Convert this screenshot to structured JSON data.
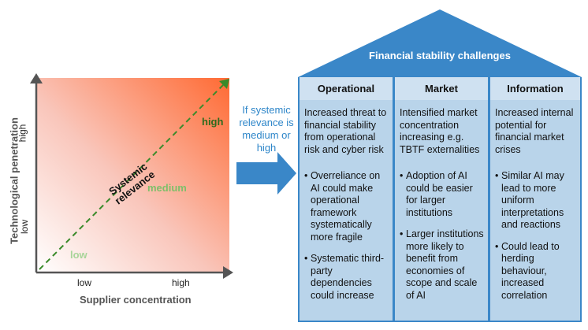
{
  "left_panel": {
    "y_axis_label": "Technological penetration",
    "y_ticks": [
      "high",
      "low"
    ],
    "x_axis_label": "Supplier concentration",
    "x_ticks": [
      "low",
      "high"
    ],
    "diagonal_label": "Systemic relevance",
    "levels": {
      "high": "high",
      "medium": "medium",
      "low": "low"
    }
  },
  "condition": "If systemic relevance is medium or high",
  "house": {
    "title": "Financial stability challenges",
    "columns": [
      {
        "header": "Operational",
        "intro": "Increased threat to financial stability from operational risk and cyber risk",
        "bullets": [
          "Overreliance on AI could make operational framework systematically more fragile",
          "Systematic third-party dependencies could increase"
        ]
      },
      {
        "header": "Market",
        "intro": "Intensified market concentration increasing e.g. TBTF externalities",
        "bullets": [
          "Adoption of AI could be easier for larger institutions",
          "Larger institutions more likely to benefit from economies of scope and scale of AI"
        ]
      },
      {
        "header": "Information",
        "intro": "Increased internal potential for financial market crises",
        "bullets": [
          "Similar AI may lead to more uniform interpretations and reactions",
          "Could lead to herding behaviour, increased correlation"
        ]
      }
    ]
  },
  "colors": {
    "gradient_high": "#ff6a33",
    "gradient_low": "#ffffff",
    "accent_blue": "#3a87c8",
    "column_bg": "#b9d4ea",
    "header_bg": "#cfe1f1",
    "dashed_line": "#3a8a2a"
  }
}
